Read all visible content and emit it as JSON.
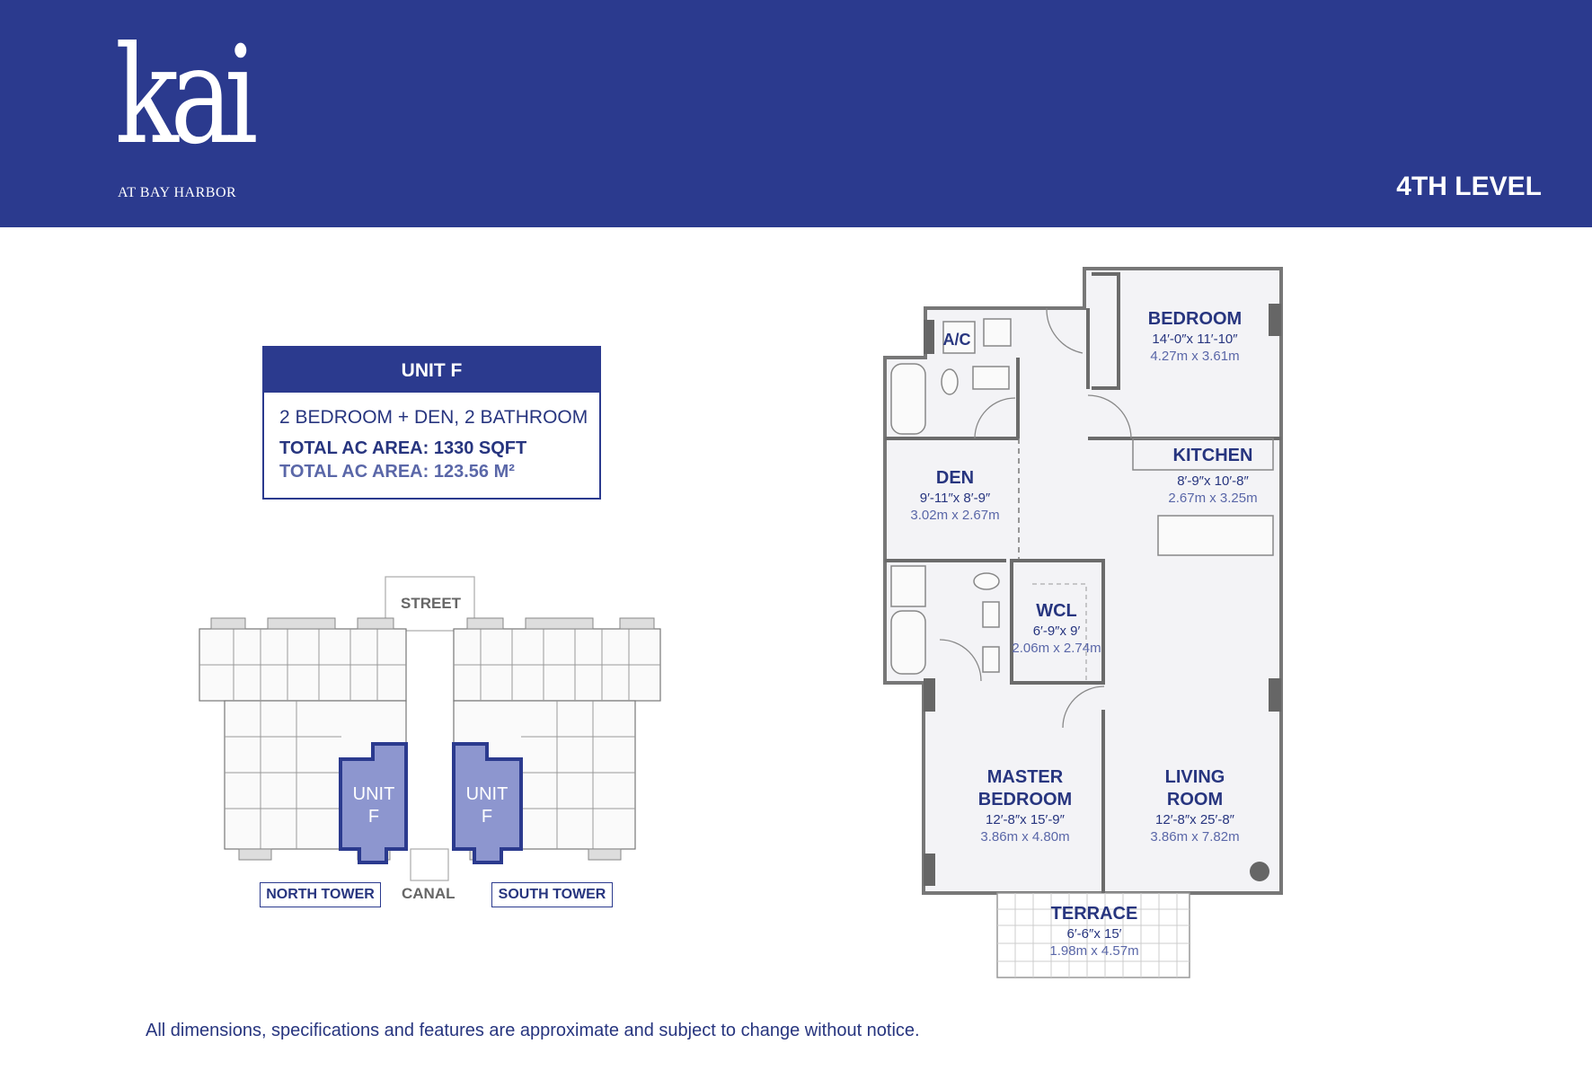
{
  "header": {
    "logo_main": "kai",
    "logo_sub": "AT BAY HARBOR",
    "level": "4TH LEVEL",
    "color": "#2b3a8e"
  },
  "unit": {
    "title": "UNIT F",
    "description": "2 BEDROOM + DEN, 2 BATHROOM",
    "area_sqft": "TOTAL AC AREA: 1330 SQFT",
    "area_m2": "TOTAL AC AREA: 123.56 M²"
  },
  "keyplan": {
    "street": "STREET",
    "canal": "CANAL",
    "north_tower": "NORTH TOWER",
    "south_tower": "SOUTH TOWER",
    "unit_label_1": "UNIT",
    "unit_label_2": "F",
    "highlight_color": "#8d96cf"
  },
  "rooms": {
    "ac": {
      "name": "A/C"
    },
    "bedroom": {
      "name": "BEDROOM",
      "imperial": "14′-0″x 11′-10″",
      "metric": "4.27m x 3.61m"
    },
    "kitchen": {
      "name": "KITCHEN",
      "imperial": "8′-9″x 10′-8″",
      "metric": "2.67m x 3.25m"
    },
    "den": {
      "name": "DEN",
      "imperial": "9′-11″x 8′-9″",
      "metric": "3.02m x 2.67m"
    },
    "wcl": {
      "name": "WCL",
      "imperial": "6′-9″x 9′",
      "metric": "2.06m x 2.74m"
    },
    "master": {
      "name1": "MASTER",
      "name2": "BEDROOM",
      "imperial": "12′-8″x 15′-9″",
      "metric": "3.86m x 4.80m"
    },
    "living": {
      "name1": "LIVING",
      "name2": "ROOM",
      "imperial": "12′-8″x 25′-8″",
      "metric": "3.86m x 7.82m"
    },
    "terrace": {
      "name": "TERRACE",
      "imperial": "6′-6″x 15′",
      "metric": "1.98m x 4.57m"
    }
  },
  "footer": {
    "disclaimer": "All dimensions, specifications and features are approximate and subject to change without notice."
  }
}
